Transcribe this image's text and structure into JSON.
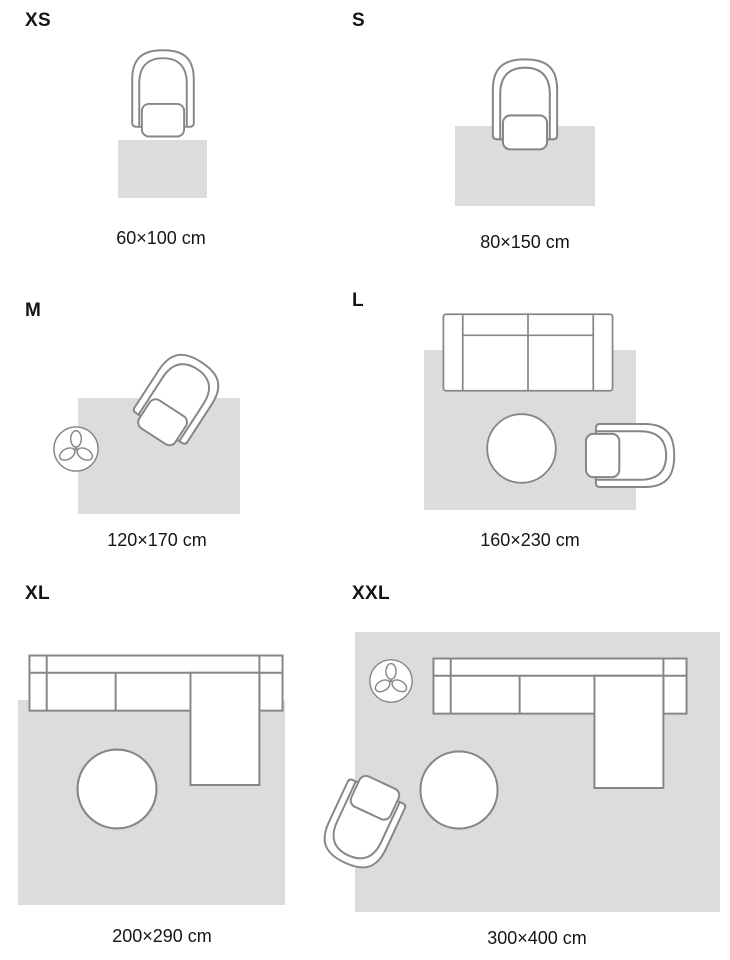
{
  "guide": {
    "unit": "cm",
    "sizes": [
      {
        "id": "xs",
        "label": "XS",
        "dimensions": "60×100 cm",
        "furniture": [
          "armchair"
        ]
      },
      {
        "id": "s",
        "label": "S",
        "dimensions": "80×150 cm",
        "furniture": [
          "armchair"
        ]
      },
      {
        "id": "m",
        "label": "M",
        "dimensions": "120×170 cm",
        "furniture": [
          "armchair",
          "plant"
        ]
      },
      {
        "id": "l",
        "label": "L",
        "dimensions": "160×230 cm",
        "furniture": [
          "sofa",
          "coffee-table",
          "armchair"
        ]
      },
      {
        "id": "xl",
        "label": "XL",
        "dimensions": "200×290 cm",
        "furniture": [
          "sectional-sofa",
          "coffee-table"
        ]
      },
      {
        "id": "xxl",
        "label": "XXL",
        "dimensions": "300×400 cm",
        "furniture": [
          "plant",
          "sectional-sofa",
          "coffee-table",
          "armchair"
        ]
      }
    ]
  },
  "icons": {
    "armchair": "armchair-icon",
    "sofa": "sofa-icon",
    "sectional_sofa": "sectional-sofa-icon",
    "coffee_table": "coffee-table-icon",
    "plant": "plant-icon"
  },
  "colors": {
    "background": "#ffffff",
    "rug_fill": "#dcdcdc",
    "furniture_fill": "#ffffff",
    "furniture_outline": "#868686",
    "text": "#151515"
  }
}
